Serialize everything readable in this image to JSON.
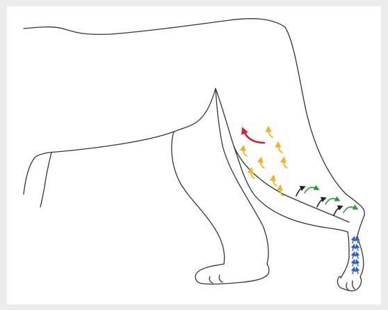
{
  "figure": {
    "subject": "dog-hind-leg",
    "arrow_colors": {
      "red": "#d2202c",
      "orange": "#f6b21b",
      "green": "#1f9b3a",
      "black": "#222222",
      "blue": "#2f62c8"
    },
    "arrow_groups": [
      {
        "name": "thigh-main-arrow",
        "color": "red",
        "count": 1
      },
      {
        "name": "thigh-arrows",
        "color": "orange",
        "count": 8
      },
      {
        "name": "hock-arrows-black",
        "color": "black",
        "count": 3
      },
      {
        "name": "hock-arrows-green",
        "color": "green",
        "count": 3
      },
      {
        "name": "paw-arrows",
        "color": "blue",
        "count": 10
      }
    ]
  }
}
